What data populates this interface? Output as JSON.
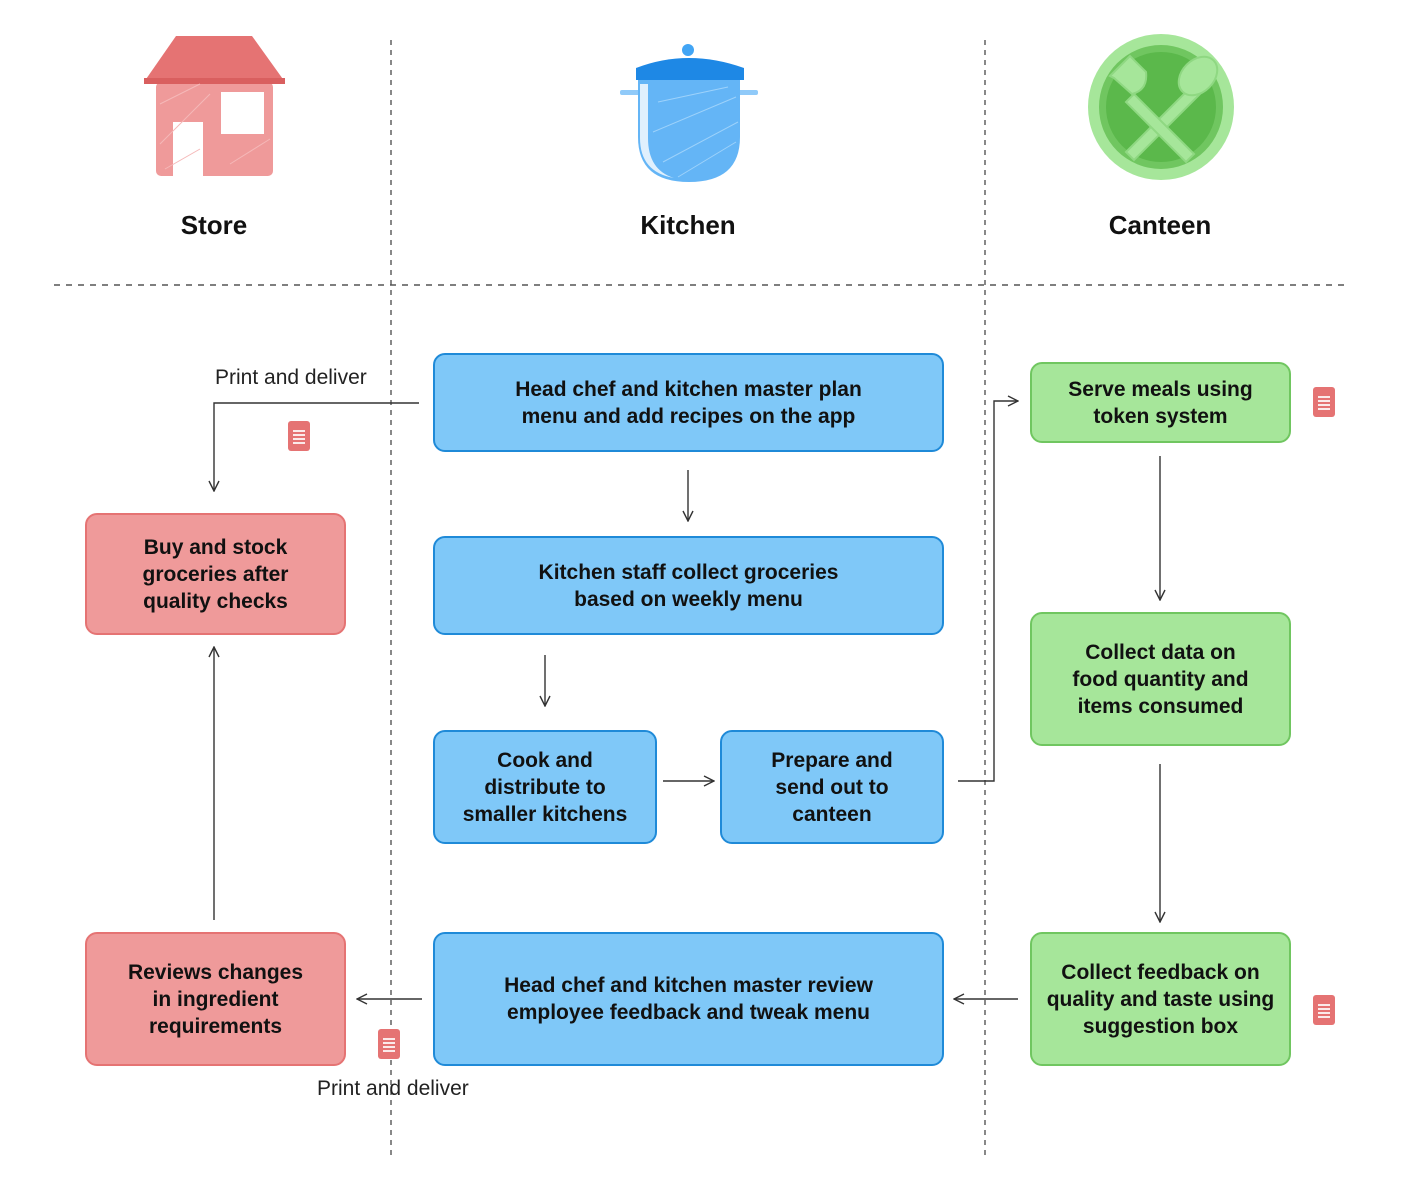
{
  "lanes": {
    "store": "Store",
    "kitchen": "Kitchen",
    "canteen": "Canteen"
  },
  "store_boxes": {
    "buy_stock": "Buy and stock\ngroceries after\nquality checks",
    "reviews": "Reviews changes\nin ingredient\nrequirements"
  },
  "kitchen_boxes": {
    "plan_menu": "Head chef and kitchen master plan\nmenu and add recipes on the app",
    "collect_groceries": "Kitchen staff collect groceries\nbased on weekly menu",
    "cook": "Cook and\ndistribute to\nsmaller kitchens",
    "prepare": "Prepare and\nsend out to\ncanteen",
    "review_feedback": "Head chef and kitchen master review\nemployee feedback and tweak menu"
  },
  "canteen_boxes": {
    "serve": "Serve meals using\ntoken system",
    "collect_data": "Collect data on\nfood quantity and\nitems consumed",
    "collect_feedback": "Collect feedback on\nquality and taste using\nsuggestion box"
  },
  "notes": {
    "print_top": "Print and deliver",
    "print_bottom": "Print and deliver"
  },
  "icons": {
    "store": "house-icon",
    "kitchen": "cooking-pot-icon",
    "canteen": "fork-spoon-plate-icon",
    "document": "document-icon"
  },
  "colors": {
    "store": "#ef9a9a",
    "kitchen": "#7fc8f8",
    "canteen": "#a6e69a"
  }
}
